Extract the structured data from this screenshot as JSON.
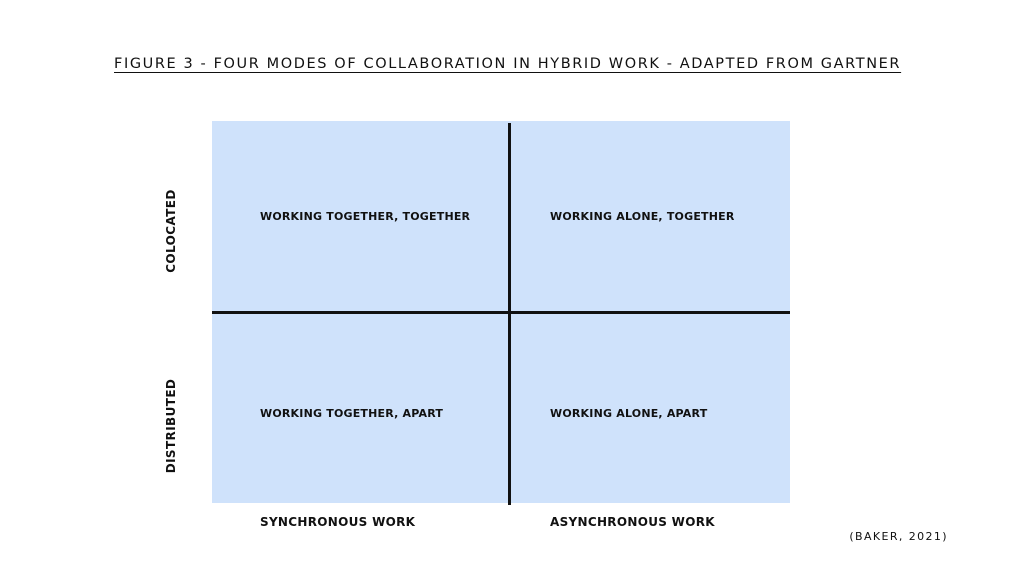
{
  "title": "FIGURE 3 - FOUR MODES OF COLLABORATION IN HYBRID WORK - ADAPTED FROM GARTNER",
  "matrix": {
    "fill_color": "#cfe2fb",
    "line_color": "#111111",
    "quadrants": {
      "top_left": "WORKING TOGETHER, TOGETHER",
      "top_right": "WORKING ALONE, TOGETHER",
      "bottom_left": "WORKING TOGETHER, APART",
      "bottom_right": "WORKING ALONE, APART"
    }
  },
  "axes": {
    "rows": {
      "top": "COLOCATED",
      "bottom": "DISTRIBUTED"
    },
    "columns": {
      "left": "SYNCHRONOUS WORK",
      "right": "ASYNCHRONOUS WORK"
    }
  },
  "citation": "(BAKER, 2021)"
}
